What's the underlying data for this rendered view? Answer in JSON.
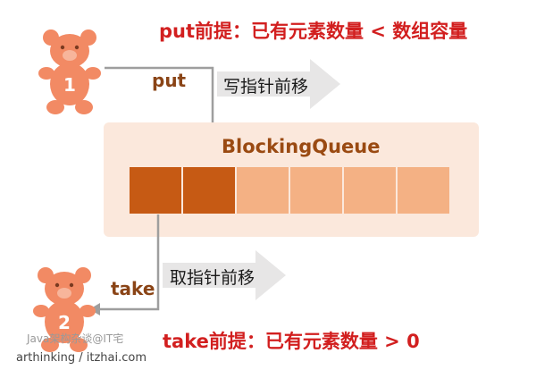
{
  "put_condition": "put前提：已有元素数量 < 数组容量",
  "take_condition": "take前提：已有元素数量 > 0",
  "put_label": "put",
  "take_label": "take",
  "put_pointer_text": "写指针前移",
  "take_pointer_text": "取指针前移",
  "queue_title": "BlockingQueue",
  "cells": [
    "filled",
    "filled",
    "empty",
    "empty",
    "empty",
    "empty"
  ],
  "producer_number": "1",
  "consumer_number": "2",
  "watermark_line1": "Java架构杂谈@IT宅",
  "watermark_line2": "arthinking / itzhai.com",
  "colors": {
    "filled_cell": "#c65a14",
    "empty_cell": "#f4b184",
    "queue_background": "#fbe8dc",
    "bear": "#f28a64",
    "condition_text": "#d21f1f"
  }
}
